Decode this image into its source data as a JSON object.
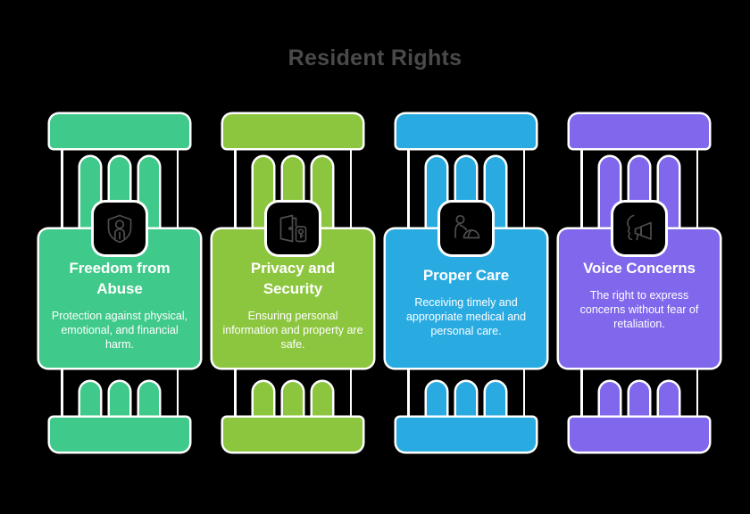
{
  "header": {
    "title": "Resident Rights",
    "title_color": "#4a4a4a"
  },
  "canvas": {
    "background": "#000000",
    "outline_color": "#ffffff"
  },
  "columns": [
    {
      "id": "freedom-from-abuse",
      "title": "Freedom from Abuse",
      "description": "Protection against physical, emotional, and financial harm.",
      "color": "#3fc98a",
      "icon": "shield-person-icon"
    },
    {
      "id": "privacy-and-security",
      "title": "Privacy and Security",
      "description": "Ensuring personal information and property are safe.",
      "color": "#8cc63e",
      "icon": "door-lock-icon"
    },
    {
      "id": "proper-care",
      "title": "Proper Care",
      "description": "Receiving timely and appropriate medical and personal care.",
      "color": "#29abe2",
      "icon": "caregiver-patient-icon"
    },
    {
      "id": "voice-concerns",
      "title": "Voice Concerns",
      "description": "The right to express concerns without fear of retaliation.",
      "color": "#8067ec",
      "icon": "megaphone-speaking-icon"
    }
  ]
}
